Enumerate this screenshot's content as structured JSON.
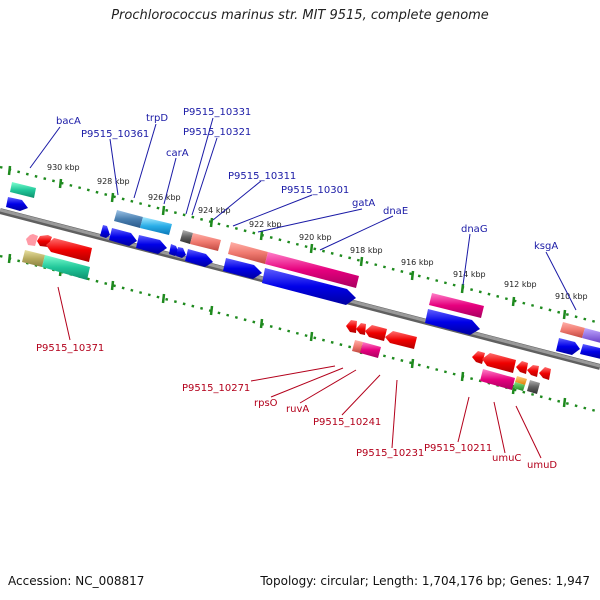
{
  "title": "Prochlorococcus marinus str. MIT 9515, complete genome",
  "accession": "Accession: NC_008817",
  "topology": "Topology: circular; Length: 1,704,176 bp; Genes: 1,947",
  "colors": {
    "forward_label": "#1a1aa6",
    "reverse_label": "#b3001b",
    "backbone": "#808080",
    "ticks": "#1e8a1e"
  },
  "ticks": [
    "930 kbp",
    "928 kbp",
    "926 kbp",
    "924 kbp",
    "922 kbp",
    "920 kbp",
    "918 kbp",
    "916 kbp",
    "914 kbp",
    "912 kbp",
    "910 kbp"
  ],
  "forward_labels": [
    "bacA",
    "P9515_10361",
    "trpD",
    "carA",
    "P9515_10331",
    "P9515_10321",
    "P9515_10311",
    "P9515_10301",
    "gatA",
    "dnaE",
    "dnaG",
    "ksgA"
  ],
  "reverse_labels": [
    "P9515_10371",
    "P9515_10271",
    "rpsO",
    "ruvA",
    "P9515_10241",
    "P9515_10231",
    "P9515_10211",
    "umuC",
    "umuD"
  ]
}
